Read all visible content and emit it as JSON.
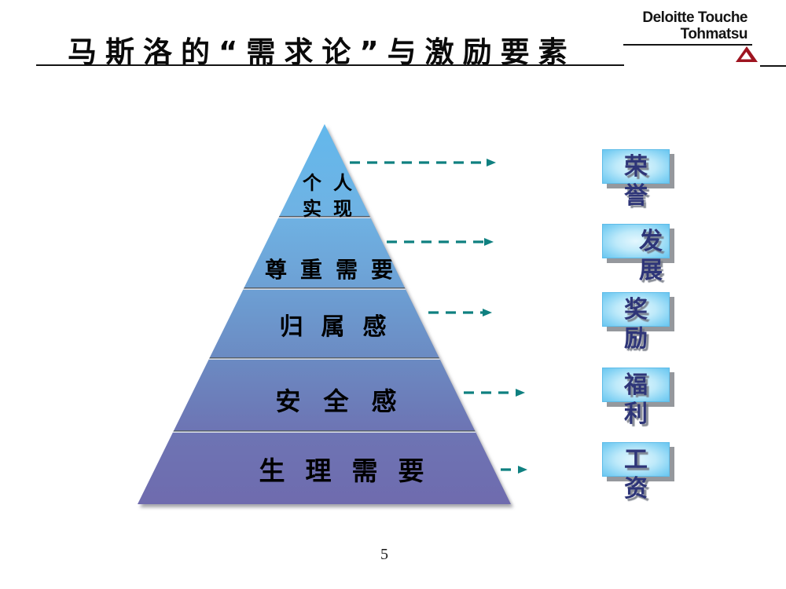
{
  "slide": {
    "title": "马斯洛的“需求论”与激励要素",
    "page_number": "5"
  },
  "logo": {
    "line1": "Deloitte Touche",
    "line2": "Tohmatsu",
    "icon": "deloitte-triangle-icon",
    "color": "#9e1420"
  },
  "pyramid": {
    "levels": [
      {
        "name": "self-actualization",
        "label_line1": "个人",
        "label_line2": "实现"
      },
      {
        "name": "esteem",
        "label": "尊重需要"
      },
      {
        "name": "belonging",
        "label": "归属感"
      },
      {
        "name": "safety",
        "label": "安全感"
      },
      {
        "name": "physiological",
        "label": "生理需要"
      }
    ],
    "gradient_top": "#63b8ec",
    "gradient_bottom": "#6f6bae"
  },
  "motivators": [
    {
      "name": "honor",
      "chars": [
        "荣",
        "誉"
      ]
    },
    {
      "name": "development",
      "chars": [
        "发",
        "展"
      ]
    },
    {
      "name": "reward",
      "chars": [
        "奖",
        "励"
      ]
    },
    {
      "name": "welfare",
      "chars": [
        "福",
        "利"
      ]
    },
    {
      "name": "salary",
      "chars": [
        "工",
        "资"
      ]
    }
  ],
  "colors": {
    "arrow_teal": "#0f8080",
    "box_fill_center": "#e4f7fe",
    "box_fill_edge": "#69c6f0",
    "char_navy": "#2e3578",
    "title_black": "#0a0a0a"
  }
}
